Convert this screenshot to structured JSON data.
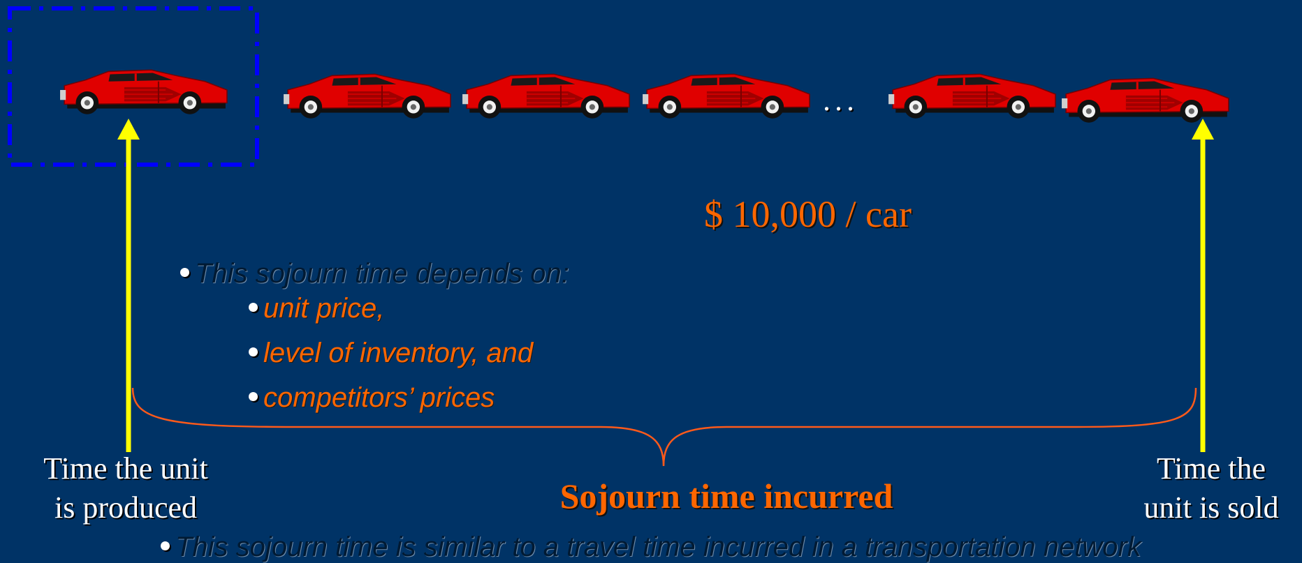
{
  "price_label": "$ 10,000 / car",
  "ellipsis": "...",
  "main_bullet": "This sojourn time depends on:",
  "sub_bullets": [
    "unit price,",
    "level of inventory, and",
    "competitors’ prices"
  ],
  "caption_produced": [
    "Time the unit",
    "is produced"
  ],
  "caption_sold": [
    "Time the",
    "unit is sold"
  ],
  "brace_label": "Sojourn time incurred",
  "bottom_bullet": "This sojourn time is similar to a travel time incurred in a transportation network",
  "colors": {
    "background": "#003366",
    "accent_orange": "#ff6600",
    "arrow_yellow": "#ffff00",
    "box_blue": "#0000ff",
    "car_red": "#e00000"
  }
}
